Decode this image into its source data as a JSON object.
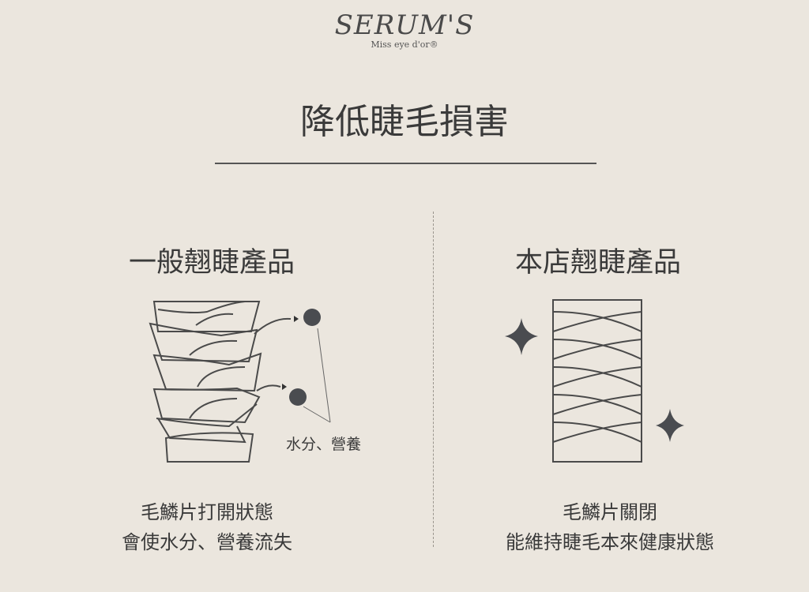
{
  "logo": {
    "main": "SERUM'S",
    "sub": "Miss eye d'or®"
  },
  "title": "降低睫毛損害",
  "left": {
    "heading": "一般翹睫產品",
    "label": "水分、營養",
    "caption": [
      "毛鱗片打開狀態",
      "會使水分、營養流失"
    ]
  },
  "right": {
    "heading": "本店翹睫產品",
    "caption": [
      "毛鱗片關閉",
      "能維持睫毛本來健康狀態"
    ]
  },
  "colors": {
    "background": "#ebe6de",
    "ink": "#3a3a3a",
    "dot": "#4a4c50"
  }
}
